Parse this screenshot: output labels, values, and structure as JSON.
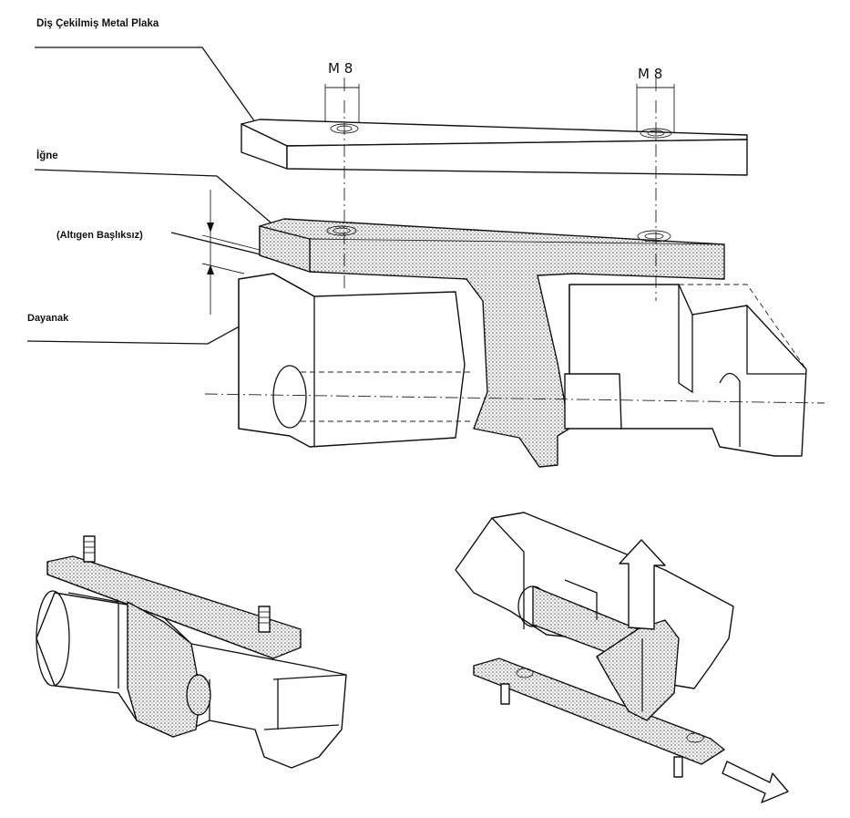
{
  "labels": {
    "plate": "Diş Çekilmiş Metal Plaka",
    "pin": "İğne",
    "pin_note": "(Altıgen Başlıksız)",
    "stop": "Dayanak"
  },
  "dimensions": {
    "thread_left": "M 8",
    "thread_right": "M 8"
  },
  "colors": {
    "line": "#111111",
    "background": "#ffffff"
  }
}
